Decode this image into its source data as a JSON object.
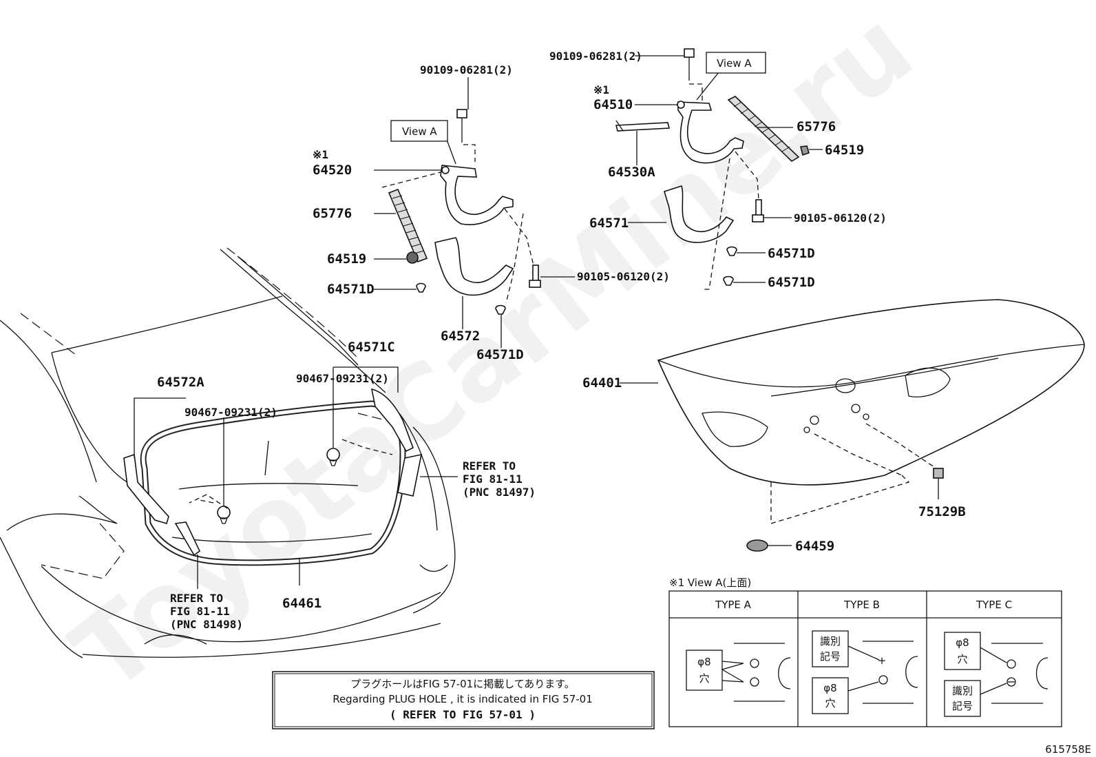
{
  "watermark": "ToyotaCarMine.ru",
  "figure_id": "615758E",
  "view_a_label": "View A",
  "mark_1": "※1",
  "parts": {
    "p90109_top_left": "90109-06281(2)",
    "p90109_top_right": "90109-06281(2)",
    "p64520": "64520",
    "p65776_left": "65776",
    "p64519_left": "64519",
    "p64571D_left1": "64571D",
    "p64572": "64572",
    "p64571D_left2": "64571D",
    "p90105_left": "90105-06120(2)",
    "p64510": "64510",
    "p64530A": "64530A",
    "p65776_right": "65776",
    "p64519_right": "64519",
    "p64571": "64571",
    "p90105_right": "90105-06120(2)",
    "p64571D_right1": "64571D",
    "p64571D_right2": "64571D",
    "p64401": "64401",
    "p75129B": "75129B",
    "p64459": "64459",
    "p64571C": "64571C",
    "p90467_mid": "90467-09231(2)",
    "p64572A": "64572A",
    "p90467_left": "90467-09231(2)",
    "p64461": "64461"
  },
  "refer_right": [
    "REFER TO",
    "FIG 81-11",
    "(PNC 81497)"
  ],
  "refer_left": [
    "REFER TO",
    "FIG 81-11",
    "(PNC 81498)"
  ],
  "note_box": {
    "line1": "プラグホールはFIG 57-01に掲載してあります。",
    "line2": "Regarding  PLUG HOLE , it is indicated in FIG 57-01",
    "line3": "(   REFER TO FIG 57-01   )"
  },
  "view_table": {
    "title": "※1 View A(上面)",
    "headers": [
      "TYPE A",
      "TYPE B",
      "TYPE C"
    ],
    "hole_label": [
      "φ8",
      "穴"
    ],
    "id_mark_label": [
      "識別",
      "記号"
    ]
  }
}
